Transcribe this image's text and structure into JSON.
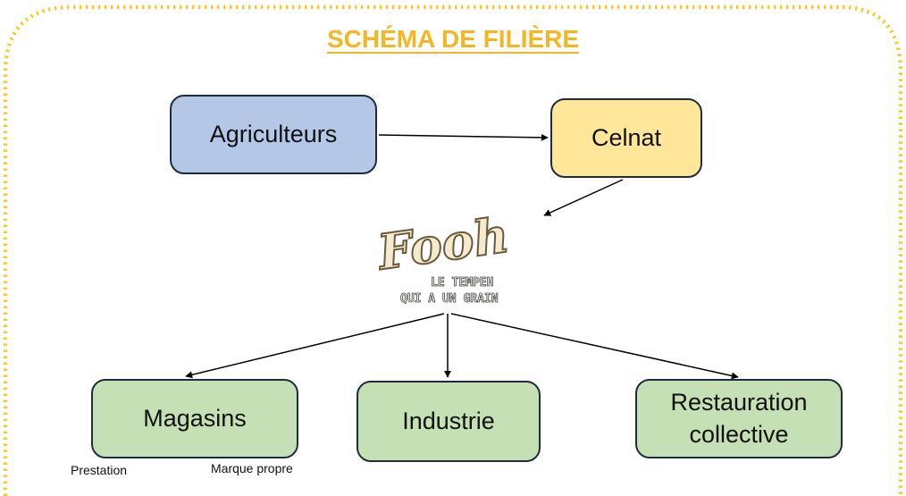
{
  "title": "SCHÉMA DE FILIÈRE",
  "nodes": {
    "agriculteurs": "Agriculteurs",
    "celnat": "Celnat",
    "magasins": "Magasins",
    "industrie": "Industrie",
    "restauration": "Restauration\ncollective"
  },
  "sublabels": {
    "prestation": "Prestation",
    "marque_propre": "Marque propre"
  },
  "logo": {
    "brand": "Fooh",
    "tagline_1": "LE TEMPEH",
    "tagline_2": "QUI A UN GRAIN"
  },
  "colors": {
    "frame_dots": "#f6cb2b",
    "title": "#f4b723",
    "node_border": "#1f2c3d",
    "agriculteurs_fill": "#b4c7e7",
    "celnat_fill": "#ffe699",
    "outlet_fill": "#c5e0b4",
    "arrow": "#000000"
  }
}
